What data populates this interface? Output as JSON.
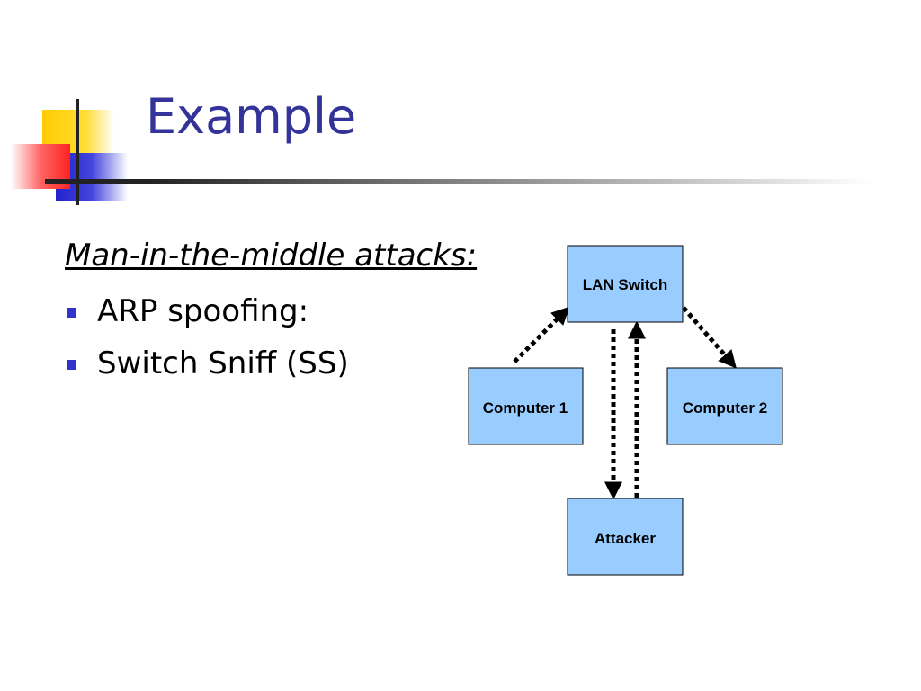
{
  "slide": {
    "title": "Example",
    "subtitle": "Man-in-the-middle attacks:",
    "bullets": [
      "ARP spoofing:",
      "Switch Sniff (SS)"
    ]
  },
  "diagram": {
    "nodes": {
      "switch": "LAN Switch",
      "computer1": "Computer 1",
      "computer2": "Computer 2",
      "attacker": "Attacker"
    },
    "box_fill": "#99ccff",
    "edges": [
      {
        "from": "computer1",
        "to": "switch",
        "style": "dotted",
        "arrow": "to"
      },
      {
        "from": "switch",
        "to": "computer2",
        "style": "dotted",
        "arrow": "to"
      },
      {
        "from": "switch",
        "to": "attacker",
        "style": "dotted",
        "arrow": "to"
      },
      {
        "from": "attacker",
        "to": "switch",
        "style": "dotted",
        "arrow": "to"
      }
    ]
  },
  "theme": {
    "title_color": "#333399",
    "bullet_color": "#3333cc",
    "logo_colors": [
      "#ffcc00",
      "#ff3333",
      "#3333cc"
    ]
  }
}
